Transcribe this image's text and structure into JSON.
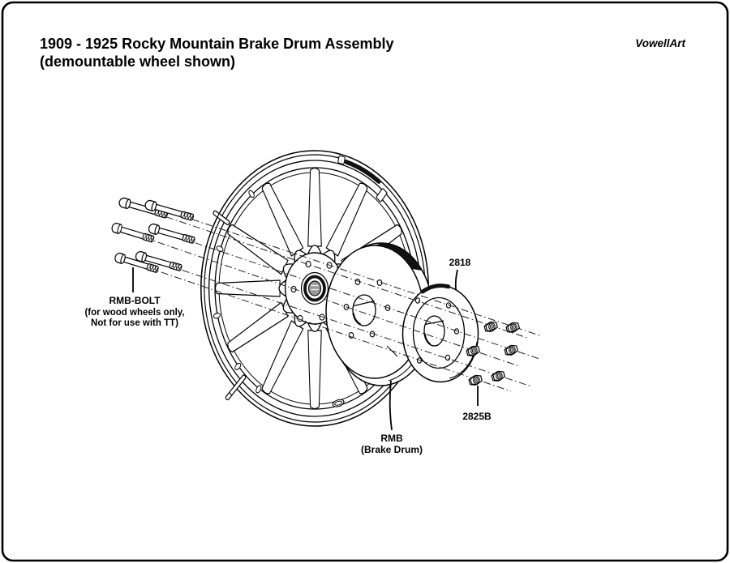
{
  "page": {
    "background": "#ffffff",
    "border_color": "#000000",
    "line_color": "#000000"
  },
  "header": {
    "title_line1": "1909 - 1925 Rocky Mountain Brake Drum Assembly",
    "title_line2": "(demountable wheel shown)",
    "credit": "VowellArt"
  },
  "labels": {
    "rmb_bolt": {
      "line1": "RMB-BOLT",
      "line2": "(for wood wheels only,",
      "line3": "Not for use with TT)"
    },
    "ring_part_number": "2818",
    "nut_part_number": "2825B",
    "drum": {
      "line1": "RMB",
      "line2": "(Brake Drum)"
    }
  },
  "parts": {
    "bolt_count": "6",
    "nut_count": "6",
    "spoke_count": "12"
  }
}
